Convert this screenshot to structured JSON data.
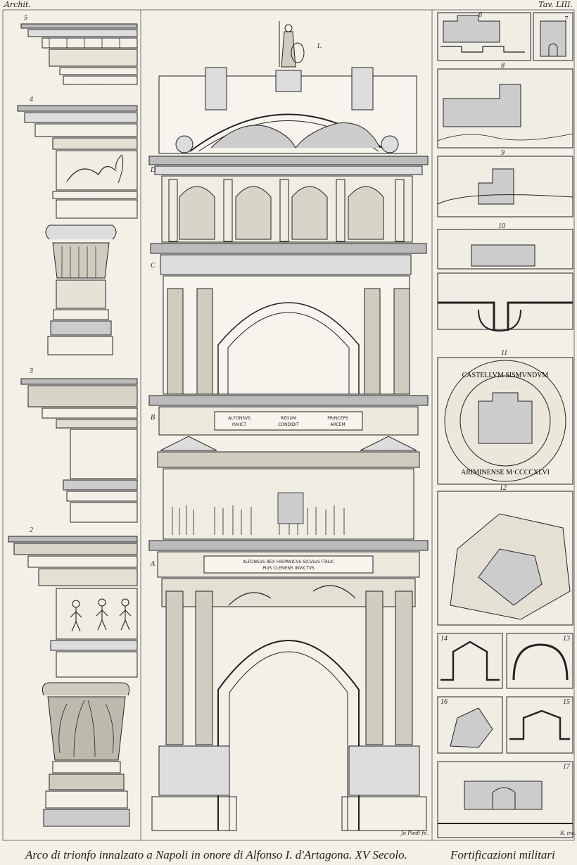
{
  "header": {
    "left": "Archit.",
    "right": "Tav. LIII."
  },
  "captions": {
    "arch": "Arco di trionfo innalzato a Napoli in onore di Alfonso I. d'Artagona. XV Secolo.",
    "fortifications": "Fortificazioni militari"
  },
  "signatures": {
    "engraver_left": "Jo Piedi fe.",
    "engraver_right": "R. inc."
  },
  "arch_figure_number": "1.",
  "arch_level_letters": [
    "D",
    "C",
    "B",
    "A"
  ],
  "inscriptions": {
    "upper_1": "ALFONSVS",
    "upper_2": "REGUM",
    "upper_3": "PRINCEPS",
    "upper_4": "INVICT",
    "upper_5": "CONDIDIT",
    "upper_6": "ARCEM",
    "lower_1": "ALFONSVS REX HISPANICVS SICVLVS ITALIC",
    "lower_2": "PIVS CLEMENS INVICTVS"
  },
  "left_column_numbers": [
    "5",
    "4",
    "3",
    "2"
  ],
  "right_column_numbers": [
    "6",
    "7",
    "8",
    "9",
    "10",
    "11",
    "12",
    "14",
    "13",
    "16",
    "15",
    "17"
  ],
  "medallion": {
    "top_text": "CASTELLVM SISMVNDVM",
    "bottom_text": "ARIMINENSE M·CCCCXLVI"
  }
}
